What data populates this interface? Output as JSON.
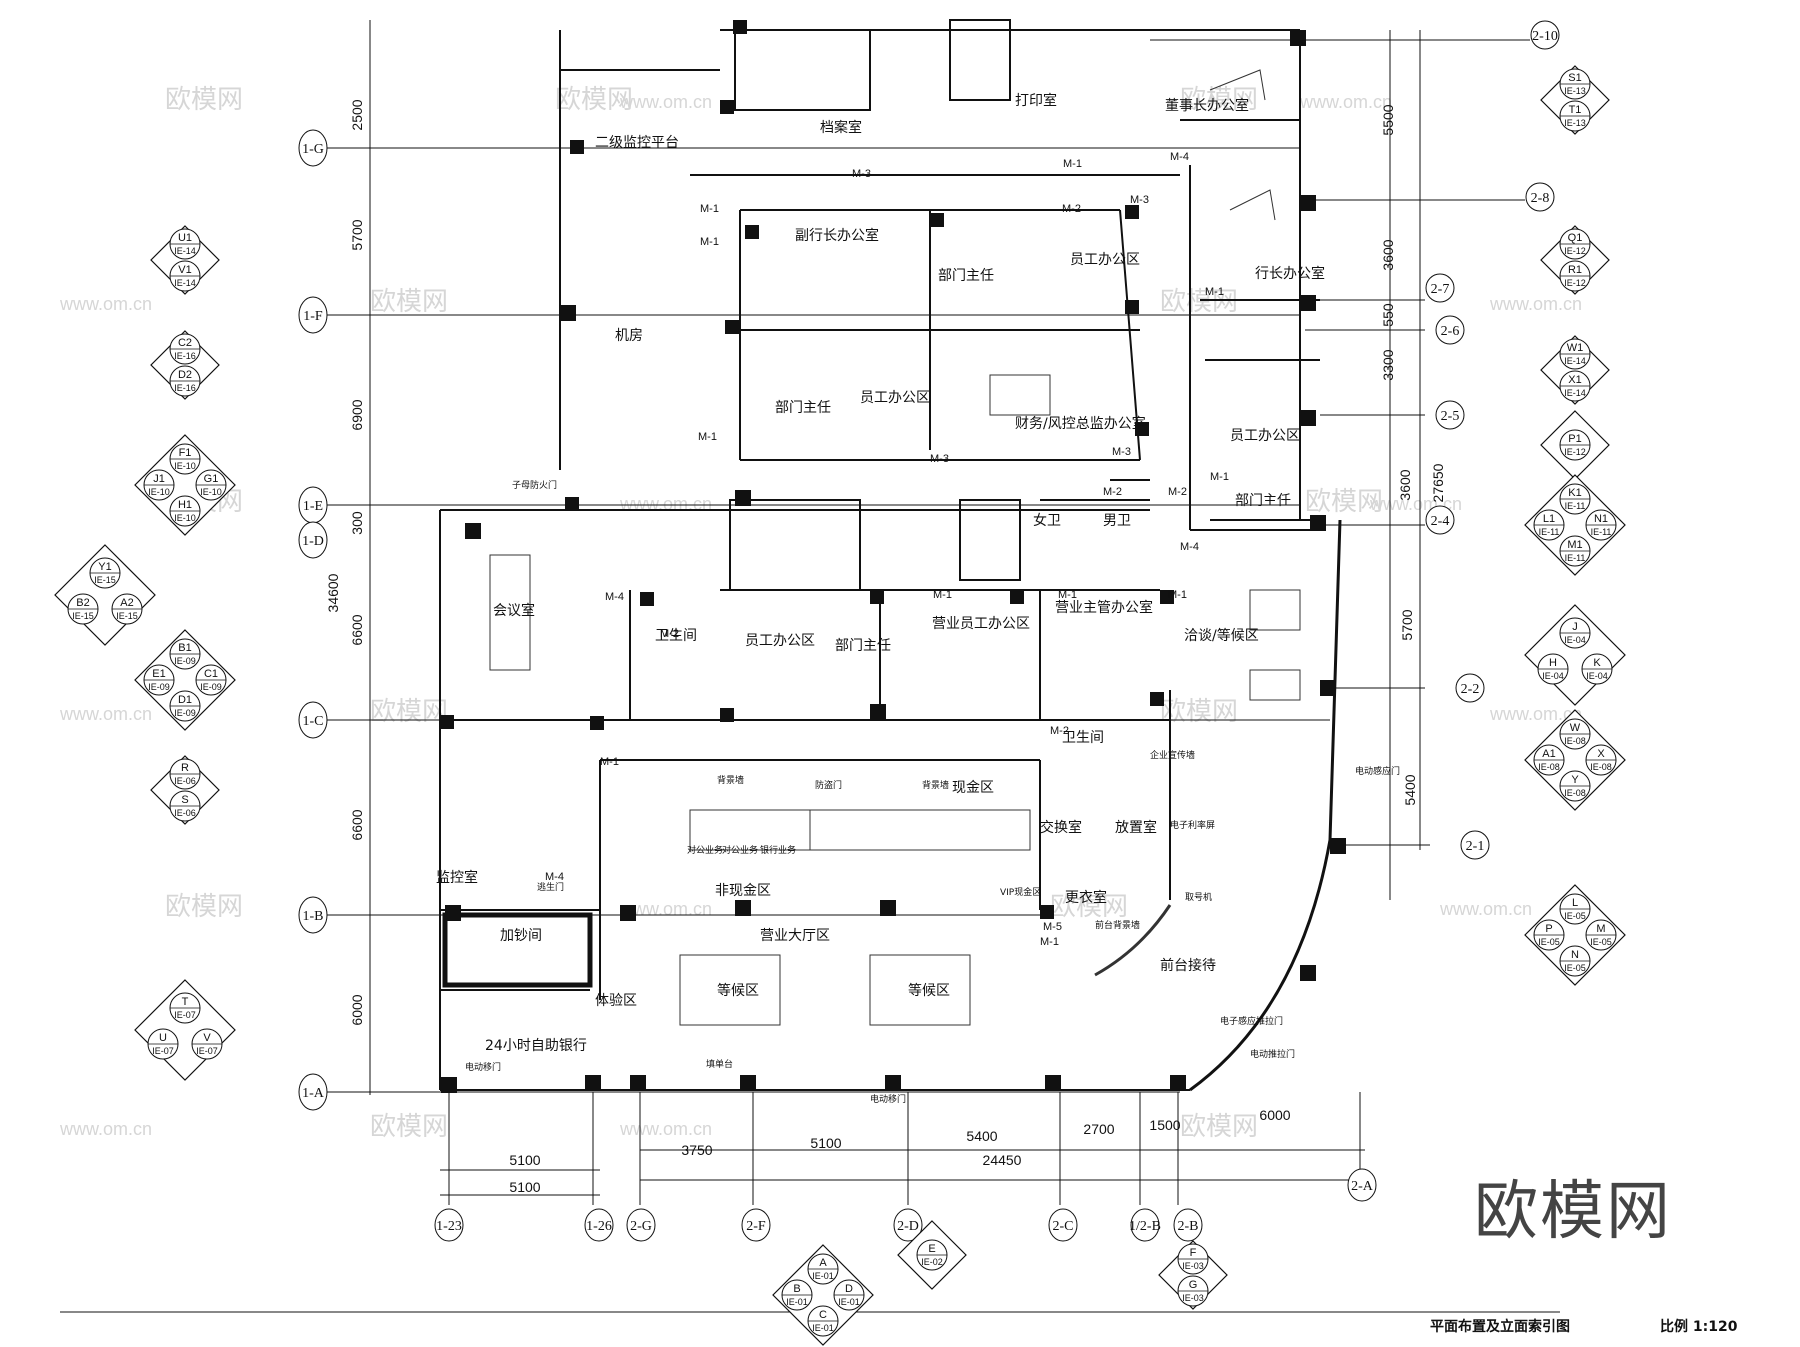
{
  "drawing": {
    "title": "平面布置及立面索引图",
    "scale": "比例 1:120",
    "watermark_text": "欧模网",
    "watermark_url": "www.om.cn",
    "logo": "欧模网"
  },
  "rooms": [
    {
      "key": "print",
      "label": "打印室"
    },
    {
      "key": "chairman",
      "label": "董事长办公室"
    },
    {
      "key": "archive",
      "label": "档案室"
    },
    {
      "key": "monitor2",
      "label": "二级监控平台"
    },
    {
      "key": "vp",
      "label": "副行长办公室"
    },
    {
      "key": "staff1",
      "label": "员工办公区"
    },
    {
      "key": "dept1",
      "label": "部门主任"
    },
    {
      "key": "server",
      "label": "机房"
    },
    {
      "key": "president",
      "label": "行长办公室"
    },
    {
      "key": "dept2",
      "label": "部门主任"
    },
    {
      "key": "staff2",
      "label": "员工办公区"
    },
    {
      "key": "finance",
      "label": "财务/风控总监办公室"
    },
    {
      "key": "staff3",
      "label": "员工办公区"
    },
    {
      "key": "dept3",
      "label": "部门主任"
    },
    {
      "key": "womens",
      "label": "女卫"
    },
    {
      "key": "mens",
      "label": "男卫"
    },
    {
      "key": "meeting",
      "label": "会议室"
    },
    {
      "key": "wc1",
      "label": "卫生间"
    },
    {
      "key": "staff4",
      "label": "员工办公区"
    },
    {
      "key": "dept4",
      "label": "部门主任"
    },
    {
      "key": "salesstaff",
      "label": "营业员工办公区"
    },
    {
      "key": "salesmgr",
      "label": "营业主管办公室"
    },
    {
      "key": "lounge",
      "label": "洽谈/等候区"
    },
    {
      "key": "wc2",
      "label": "卫生间"
    },
    {
      "key": "cash",
      "label": "现金区"
    },
    {
      "key": "exchange",
      "label": "交换室"
    },
    {
      "key": "storage",
      "label": "放置室"
    },
    {
      "key": "noncash",
      "label": "非现金区"
    },
    {
      "key": "monitor",
      "label": "监控室"
    },
    {
      "key": "locker",
      "label": "更衣室"
    },
    {
      "key": "hall",
      "label": "营业大厅区"
    },
    {
      "key": "cashadd",
      "label": "加钞间"
    },
    {
      "key": "wait1",
      "label": "等候区"
    },
    {
      "key": "wait2",
      "label": "等候区"
    },
    {
      "key": "reception",
      "label": "前台接待"
    },
    {
      "key": "experience",
      "label": "体验区"
    },
    {
      "key": "selfbank",
      "label": "24小时自助银行"
    }
  ],
  "small_labels": [
    {
      "key": "elevator_door1",
      "label": "子母防火门"
    },
    {
      "key": "bg_wall1",
      "label": "背景墙"
    },
    {
      "key": "bg_wall2",
      "label": "背景墙"
    },
    {
      "key": "corp",
      "label": "对公业务"
    },
    {
      "key": "corp2",
      "label": "对公业务"
    },
    {
      "key": "bank",
      "label": "银行业务"
    },
    {
      "key": "front",
      "label": "前台背景墙"
    },
    {
      "key": "emergency",
      "label": "逃生门"
    },
    {
      "key": "fire",
      "label": "防盗门"
    },
    {
      "key": "vip",
      "label": "VIP现金区"
    },
    {
      "key": "queue",
      "label": "取号机"
    },
    {
      "key": "glassdoor",
      "label": "电动感应门"
    },
    {
      "key": "promo",
      "label": "企业宣传墙"
    },
    {
      "key": "window",
      "label": "电子利率屏"
    },
    {
      "key": "autodoor",
      "label": "电子感应推拉门"
    },
    {
      "key": "entrance",
      "label": "电动移门"
    },
    {
      "key": "bench",
      "label": "填单台"
    },
    {
      "key": "selfdoor",
      "label": "电动移门"
    },
    {
      "key": "pushdoor",
      "label": "电动推拉门"
    }
  ],
  "doors": [
    "M-1",
    "M-1",
    "M-1",
    "M-1",
    "M-1",
    "M-1",
    "M-1",
    "M-1",
    "M-1",
    "M-1",
    "M-1",
    "M-2",
    "M-2",
    "M-2",
    "M-2",
    "M-2",
    "M-3",
    "M-3",
    "M-3",
    "M-3",
    "M-4",
    "M-4",
    "M-4",
    "M-4",
    "M-5"
  ],
  "dimensions": {
    "left_vertical": [
      "2500",
      "5700",
      "6900",
      "300",
      "6600",
      "6600",
      "6000",
      "34600"
    ],
    "right_vertical": [
      "5500",
      "3600",
      "550",
      "3300",
      "3600",
      "5700",
      "5400",
      "27650"
    ],
    "bottom_left": [
      "5100",
      "5100"
    ],
    "bottom_right_row1": [
      "3750",
      "5100",
      "5400",
      "2700",
      "1500",
      "6000"
    ],
    "bottom_right_total": "24450"
  },
  "axes": {
    "left": [
      "1-G",
      "1-F",
      "1-E",
      "1-D",
      "1-C",
      "1-B",
      "1-A"
    ],
    "right": [
      "2-10",
      "2-8",
      "2-7",
      "2-6",
      "2-5",
      "2-4",
      "2-2",
      "2-1"
    ],
    "bottom": [
      "1-23",
      "1-26",
      "2-G",
      "2-F",
      "2-D",
      "2-C",
      "1/2-B",
      "2-B",
      "2-A"
    ]
  },
  "elevation_tags": [
    {
      "key": "S1T1",
      "items": [
        {
          "l": "S1",
          "s": "IE-13"
        },
        {
          "l": "T1",
          "s": "IE-13"
        }
      ]
    },
    {
      "key": "Q1R1",
      "items": [
        {
          "l": "Q1",
          "s": "IE-12"
        },
        {
          "l": "R1",
          "s": "IE-12"
        }
      ]
    },
    {
      "key": "W1X1",
      "items": [
        {
          "l": "W1",
          "s": "IE-14"
        },
        {
          "l": "X1",
          "s": "IE-14"
        }
      ]
    },
    {
      "key": "P1",
      "items": [
        {
          "l": "P1",
          "s": "IE-12"
        }
      ]
    },
    {
      "key": "KLMN1",
      "items": [
        {
          "l": "K1",
          "s": "IE-11"
        },
        {
          "l": "L1",
          "s": "IE-11"
        },
        {
          "l": "N1",
          "s": "IE-11"
        },
        {
          "l": "M1",
          "s": "IE-11"
        }
      ]
    },
    {
      "key": "JHK",
      "items": [
        {
          "l": "J",
          "s": "IE-04"
        },
        {
          "l": "H",
          "s": "IE-04"
        },
        {
          "l": "K",
          "s": "IE-04"
        }
      ]
    },
    {
      "key": "WAXY",
      "items": [
        {
          "l": "W",
          "s": "IE-08"
        },
        {
          "l": "A1",
          "s": "IE-08"
        },
        {
          "l": "X",
          "s": "IE-08"
        },
        {
          "l": "Y",
          "s": "IE-08"
        }
      ]
    },
    {
      "key": "LPMN",
      "items": [
        {
          "l": "L",
          "s": "IE-05"
        },
        {
          "l": "P",
          "s": "IE-05"
        },
        {
          "l": "M",
          "s": "IE-05"
        },
        {
          "l": "N",
          "s": "IE-05"
        }
      ]
    },
    {
      "key": "U1V1",
      "items": [
        {
          "l": "U1",
          "s": "IE-14"
        },
        {
          "l": "V1",
          "s": "IE-14"
        }
      ]
    },
    {
      "key": "C2D2",
      "items": [
        {
          "l": "C2",
          "s": "IE-16"
        },
        {
          "l": "D2",
          "s": "IE-16"
        }
      ]
    },
    {
      "key": "FJGH1",
      "items": [
        {
          "l": "F1",
          "s": "IE-10"
        },
        {
          "l": "J1",
          "s": "IE-10"
        },
        {
          "l": "G1",
          "s": "IE-10"
        },
        {
          "l": "H1",
          "s": "IE-10"
        }
      ]
    },
    {
      "key": "YBA2",
      "items": [
        {
          "l": "Y1",
          "s": "IE-15"
        },
        {
          "l": "B2",
          "s": "IE-15"
        },
        {
          "l": "A2",
          "s": "IE-15"
        }
      ]
    },
    {
      "key": "BECD1",
      "items": [
        {
          "l": "B1",
          "s": "IE-09"
        },
        {
          "l": "E1",
          "s": "IE-09"
        },
        {
          "l": "C1",
          "s": "IE-09"
        },
        {
          "l": "D1",
          "s": "IE-09"
        }
      ]
    },
    {
      "key": "RS",
      "items": [
        {
          "l": "R",
          "s": "IE-06"
        },
        {
          "l": "S",
          "s": "IE-06"
        }
      ]
    },
    {
      "key": "TUV",
      "items": [
        {
          "l": "T",
          "s": "IE-07"
        },
        {
          "l": "U",
          "s": "IE-07"
        },
        {
          "l": "V",
          "s": "IE-07"
        }
      ]
    },
    {
      "key": "ABCD",
      "items": [
        {
          "l": "A",
          "s": "IE-01"
        },
        {
          "l": "B",
          "s": "IE-01"
        },
        {
          "l": "D",
          "s": "IE-01"
        },
        {
          "l": "C",
          "s": "IE-01"
        }
      ]
    },
    {
      "key": "E",
      "items": [
        {
          "l": "E",
          "s": "IE-02"
        }
      ]
    },
    {
      "key": "FG",
      "items": [
        {
          "l": "F",
          "s": "IE-03"
        },
        {
          "l": "G",
          "s": "IE-03"
        }
      ]
    }
  ]
}
